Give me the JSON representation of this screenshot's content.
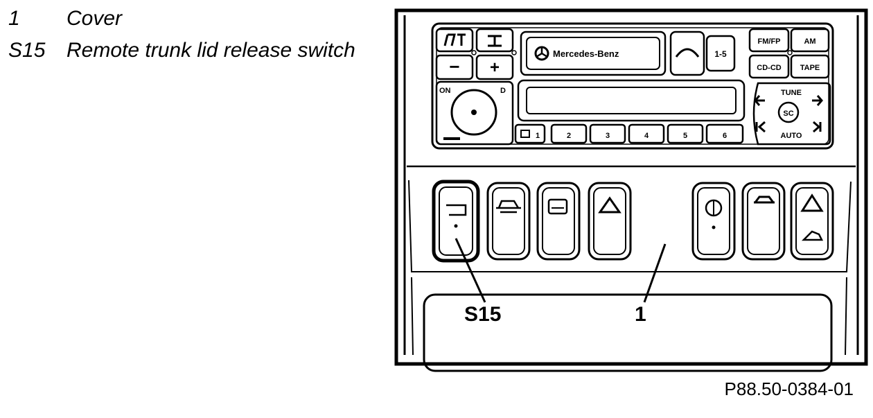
{
  "legend": [
    {
      "code": "1",
      "description": "Cover"
    },
    {
      "code": "S15",
      "description": "Remote trunk lid release switch"
    }
  ],
  "radio": {
    "brand": "Mercedes-Benz",
    "top_buttons": [
      "FM/FP",
      "AM",
      "CD-CD",
      "TAPE"
    ],
    "band_button": "1-5",
    "knob_labels": {
      "on": "ON",
      "eject": "D"
    },
    "minus": "−",
    "plus": "+",
    "presets": [
      "1",
      "2",
      "3",
      "4",
      "5",
      "6"
    ],
    "tune_label": "TUNE",
    "sc_label": "SC",
    "auto_label": "AUTO"
  },
  "callouts": {
    "switch_label": "S15",
    "cover_label": "1"
  },
  "figure_id": "P88.50-0384-01"
}
